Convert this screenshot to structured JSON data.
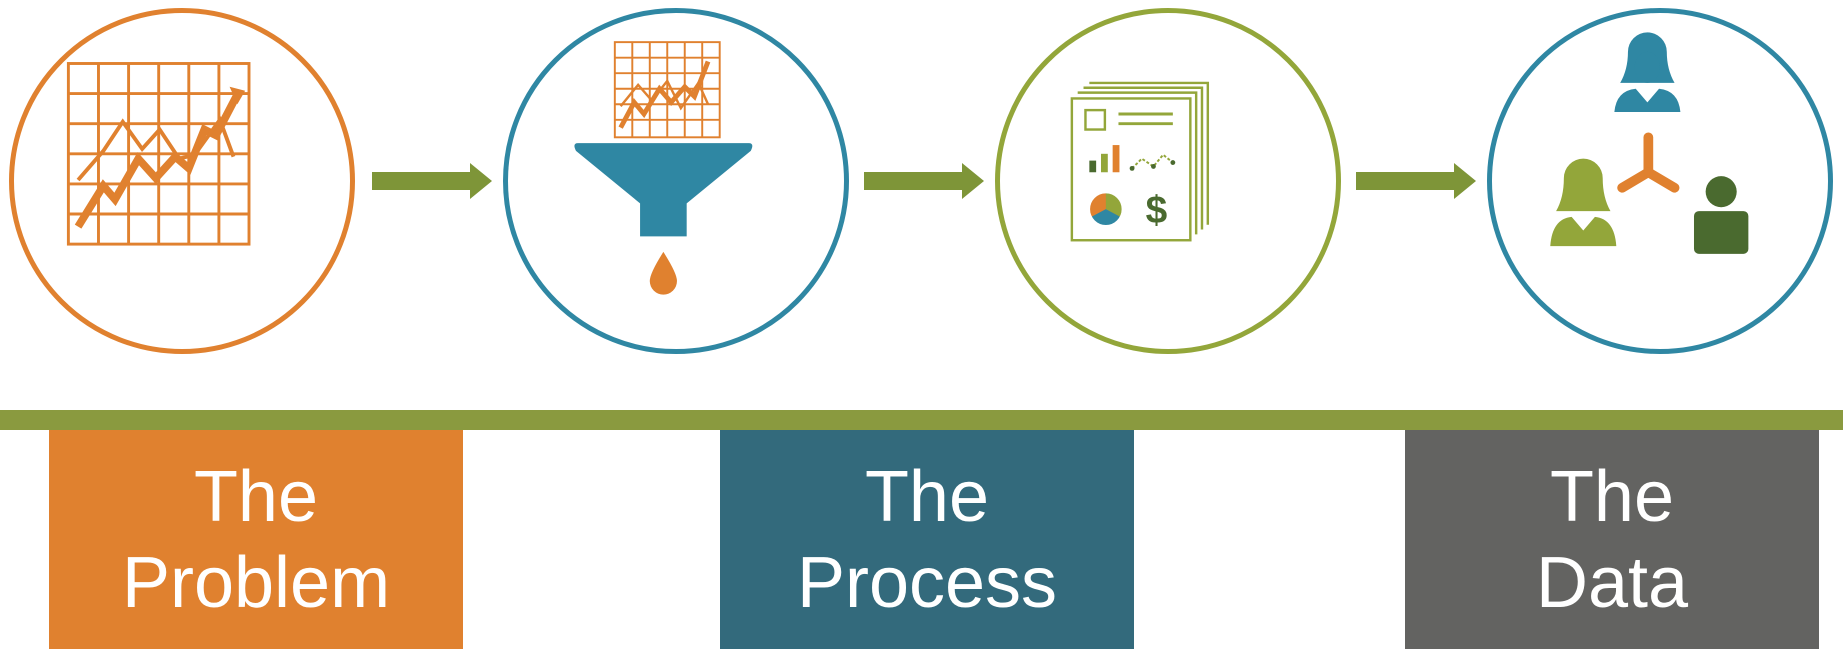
{
  "colors": {
    "orange": "#E0812F",
    "teal_ring": "#2F87A3",
    "teal_box": "#336A7C",
    "olive": "#93A63A",
    "olive_rule": "#8A9A3F",
    "arrow": "#7E9538",
    "gray_box": "#636361",
    "dark_green": "#4A6A2F"
  },
  "steps": [
    {
      "icon": "stock-chart-icon",
      "ring_color": "#E0812F"
    },
    {
      "icon": "data-funnel-icon",
      "ring_color": "#2F87A3"
    },
    {
      "icon": "report-documents-icon",
      "ring_color": "#93A63A"
    },
    {
      "icon": "people-network-icon",
      "ring_color": "#2F87A3"
    }
  ],
  "labels": [
    {
      "line1": "The",
      "line2": "Problem",
      "color": "#E0812F"
    },
    {
      "line1": "The",
      "line2": "Process",
      "color": "#336A7C"
    },
    {
      "line1": "The",
      "line2": "Data",
      "color": "#636361"
    }
  ],
  "report_icon": {
    "currency_symbol": "$"
  }
}
